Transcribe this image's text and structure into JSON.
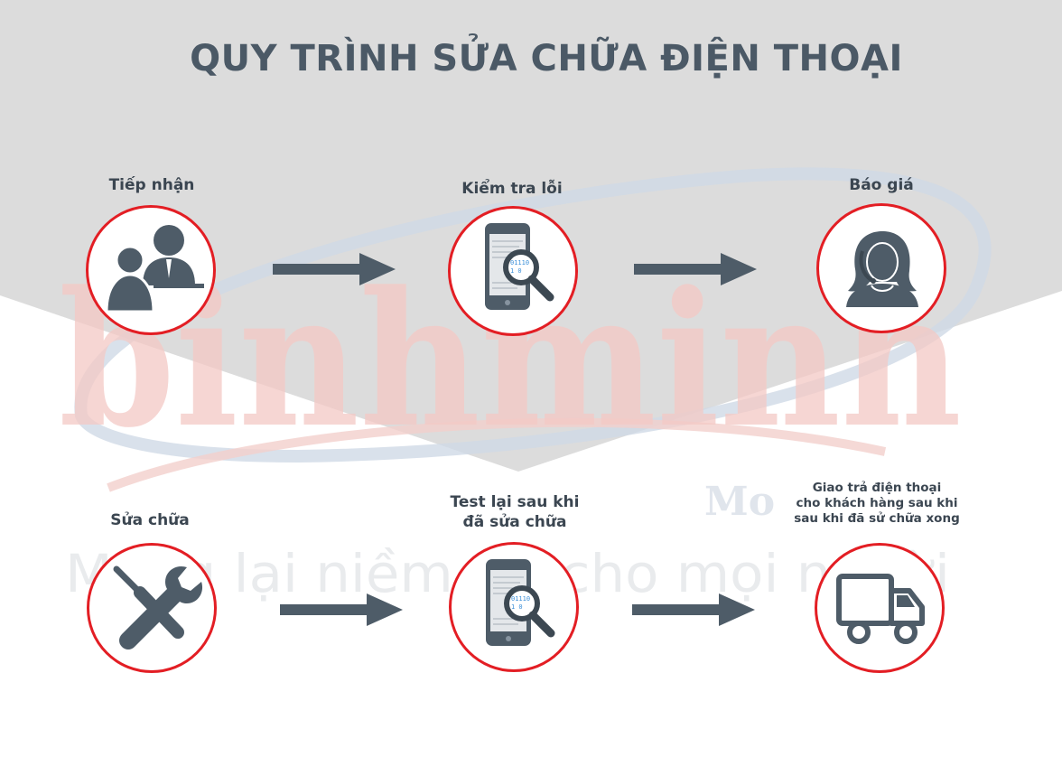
{
  "title": "QUY TRÌNH SỬA CHỮA ĐIỆN THOẠI",
  "watermark": {
    "brand": "binhminh",
    "sub": "Mo",
    "slogan": "Mang lại niềm tin cho mọi người"
  },
  "steps": [
    {
      "label": "Tiếp nhận",
      "icon": "customer-reception-icon"
    },
    {
      "label": "Kiểm tra lỗi",
      "icon": "phone-inspection-icon"
    },
    {
      "label": "Báo giá",
      "icon": "call-center-operator-icon"
    },
    {
      "label": "Sửa chữa",
      "icon": "wrench-screwdriver-icon"
    },
    {
      "label": "Test lại sau khi\nđã sửa chữa",
      "icon": "phone-inspection-icon"
    },
    {
      "label": "Giao trả điện thoại\ncho khách hàng sau khi\nsau khi đã sử chữa xong",
      "icon": "delivery-truck-icon"
    }
  ],
  "colors": {
    "title": "#4b5966",
    "label": "#3b4651",
    "icon": "#4e5c68",
    "circle_border": "#e31e24",
    "background_band": "#dcdcdc",
    "arrow": "#4e5c68",
    "watermark_red": "#f4c9c5",
    "watermark_blue": "#cfd9e6"
  }
}
